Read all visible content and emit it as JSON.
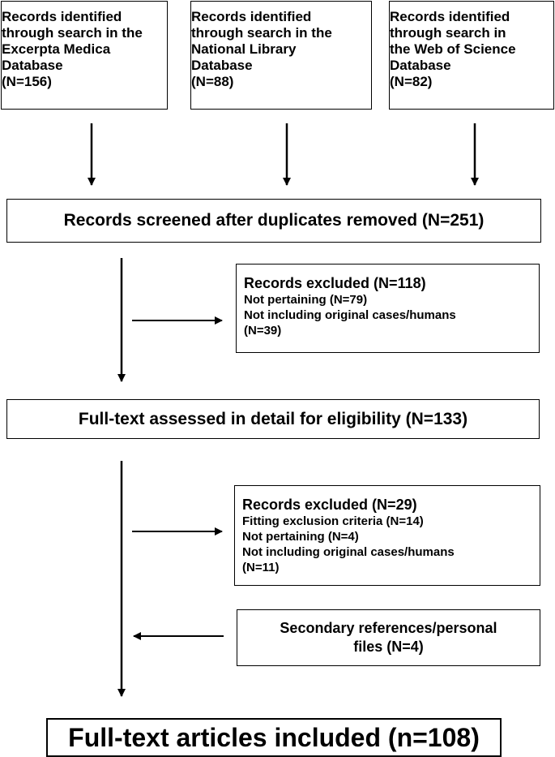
{
  "sources": [
    {
      "lines": [
        "Records identified",
        "through search in the",
        "Excerpta Medica",
        "Database",
        "(N=156)"
      ]
    },
    {
      "lines": [
        "Records identified",
        "through search in the",
        "National Library",
        "Database",
        "(N=88)"
      ]
    },
    {
      "lines": [
        "Records identified",
        "through search in",
        "the Web of Science",
        "Database",
        "(N=82)"
      ]
    }
  ],
  "screened": "Records screened after duplicates removed (N=251)",
  "excluded_1": {
    "head": "Records excluded (N=118)",
    "items": [
      "Not pertaining (N=79)",
      "Not including original cases/humans",
      "(N=39)"
    ]
  },
  "assessed": "Full-text assessed in detail for eligibility (N=133)",
  "excluded_2": {
    "head": "Records excluded (N=29)",
    "items": [
      "Fitting exclusion criteria (N=14)",
      "Not pertaining (N=4)",
      "Not including original cases/humans",
      "(N=11)"
    ]
  },
  "secondary": [
    "Secondary references/personal",
    "files  (N=4)"
  ],
  "final": "Full-text articles included (n=108)"
}
